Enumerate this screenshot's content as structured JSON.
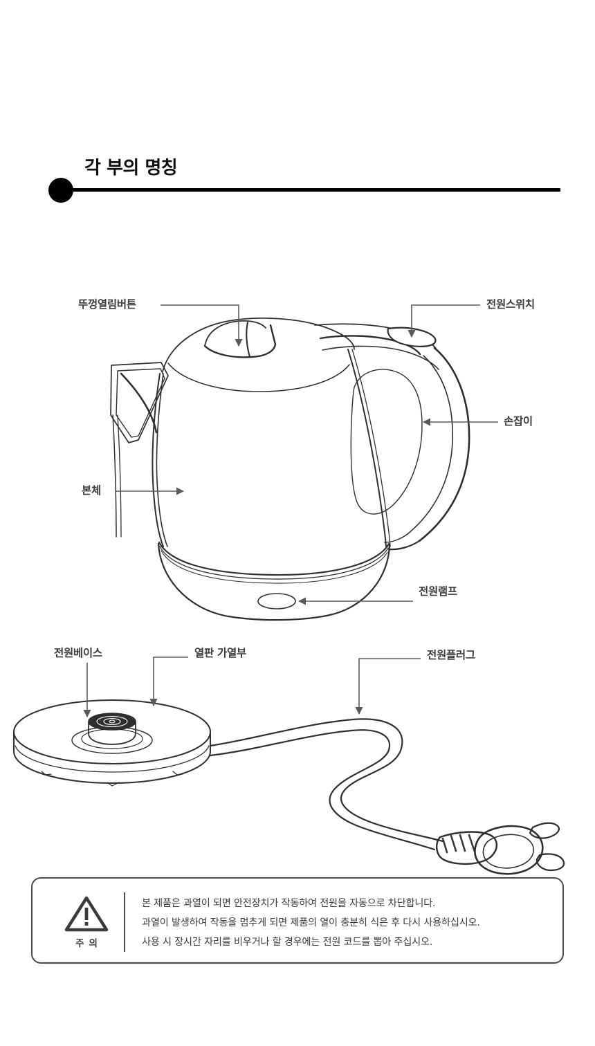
{
  "page": {
    "heading": "각 부의 명칭"
  },
  "diagram": {
    "kettle_callouts": [
      {
        "id": "lid-button",
        "label": "뚜껑열림버튼"
      },
      {
        "id": "power-switch",
        "label": "전원스위치"
      },
      {
        "id": "handle",
        "label": "손잡이"
      },
      {
        "id": "body",
        "label": "본체"
      },
      {
        "id": "power-lamp",
        "label": "전원램프"
      }
    ],
    "base_callouts": [
      {
        "id": "power-base",
        "label": "전원베이스"
      },
      {
        "id": "heat-plate",
        "label": "열판 가열부"
      },
      {
        "id": "power-plug",
        "label": "전원플러그"
      }
    ]
  },
  "caution": {
    "icon": "warning-triangle-icon",
    "word": "주의",
    "lines": [
      "본 제품은 과열이 되면 안전장치가 작동하여 전원을 자동으로 차단합니다.",
      "과열이 발생하여 작동을 멈추게 되면 제품의 열이 충분히 식은 후 다시 사용하십시오.",
      "사용 시 장시간 자리를 비우거나 할 경우에는 전원 코드를 뽑아 주십시오."
    ]
  },
  "colors": {
    "ink": "#3b3b3b",
    "rule": "#000000",
    "outline": "#2e2e2e",
    "leader": "#5a5a5a"
  }
}
